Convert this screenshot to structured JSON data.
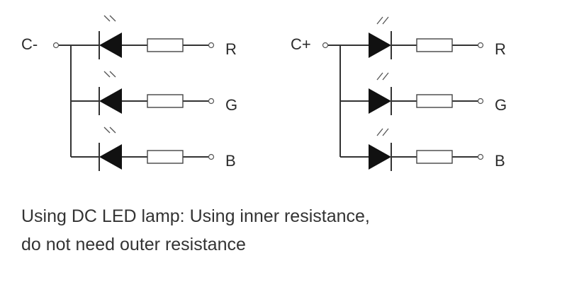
{
  "circuits": [
    {
      "common_label": "C-",
      "led_direction": "points-toward-common",
      "channels": [
        "R",
        "G",
        "B"
      ]
    },
    {
      "common_label": "C+",
      "led_direction": "points-away-from-common",
      "channels": [
        "R",
        "G",
        "B"
      ]
    }
  ],
  "caption": {
    "line1": "Using DC LED lamp: Using inner resistance,",
    "line2": "do not need outer resistance"
  },
  "colors": {
    "ink": "#222222",
    "background": "#ffffff"
  }
}
